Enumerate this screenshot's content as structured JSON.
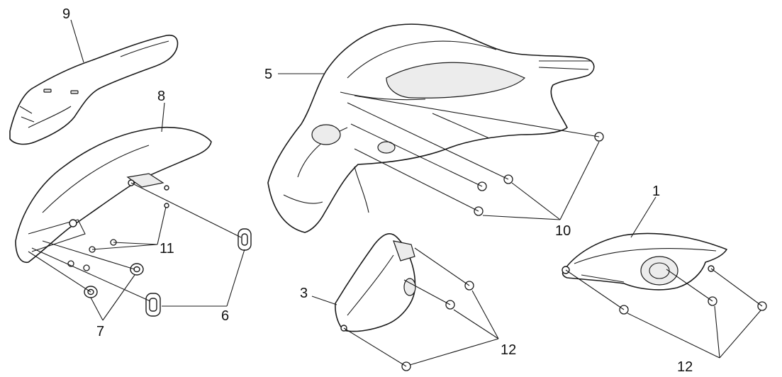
{
  "callouts": {
    "c1": "1",
    "c3": "3",
    "c5": "5",
    "c6": "6",
    "c7": "7",
    "c8": "8",
    "c9": "9",
    "c10": "10",
    "c11": "11",
    "c12a": "12",
    "c12b": "12"
  }
}
